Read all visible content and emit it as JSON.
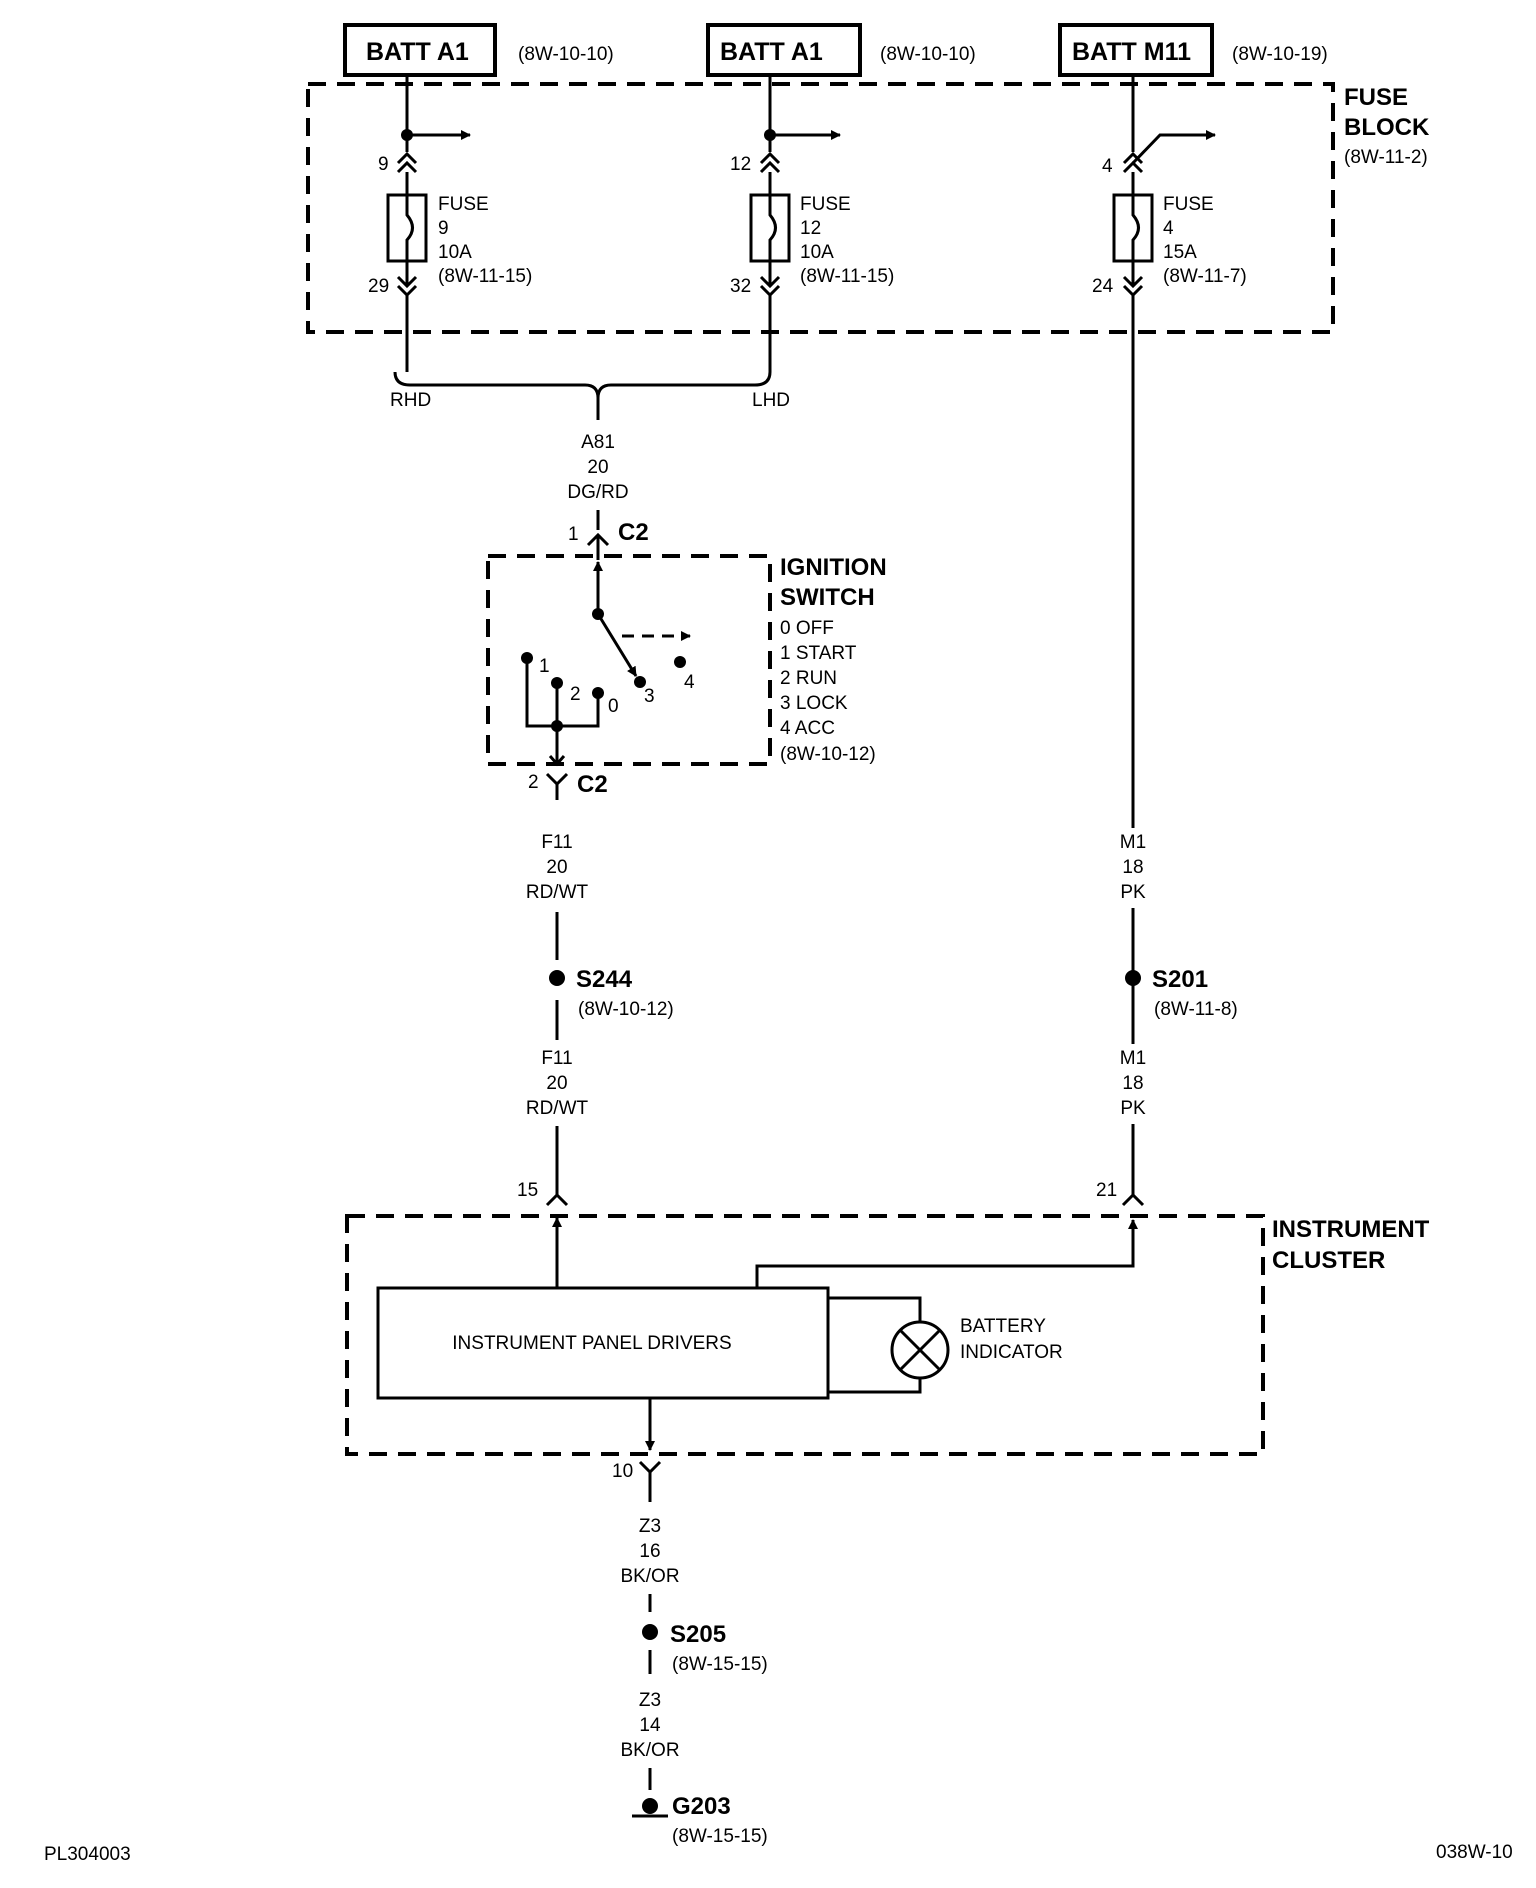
{
  "sources": [
    {
      "label": "BATT A1",
      "ref": "(8W-10-10)"
    },
    {
      "label": "BATT A1",
      "ref": "(8W-10-10)"
    },
    {
      "label": "BATT M11",
      "ref": "(8W-10-19)"
    }
  ],
  "fuse_block": {
    "title_line1": "FUSE",
    "title_line2": "BLOCK",
    "ref": "(8W-11-2)"
  },
  "fuses": [
    {
      "in_pin": "9",
      "out_pin": "29",
      "line1": "FUSE",
      "line2": "9",
      "rating": "10A",
      "ref": "(8W-11-15)"
    },
    {
      "in_pin": "12",
      "out_pin": "32",
      "line1": "FUSE",
      "line2": "12",
      "rating": "10A",
      "ref": "(8W-11-15)"
    },
    {
      "in_pin": "4",
      "out_pin": "24",
      "line1": "FUSE",
      "line2": "4",
      "rating": "15A",
      "ref": "(8W-11-7)"
    }
  ],
  "drive_options": {
    "left": "RHD",
    "right": "LHD"
  },
  "wires": {
    "a81": {
      "circuit": "A81",
      "gauge": "20",
      "color": "DG/RD"
    },
    "f11_upper": {
      "circuit": "F11",
      "gauge": "20",
      "color": "RD/WT"
    },
    "f11_lower": {
      "circuit": "F11",
      "gauge": "20",
      "color": "RD/WT"
    },
    "m1_upper": {
      "circuit": "M1",
      "gauge": "18",
      "color": "PK"
    },
    "m1_lower": {
      "circuit": "M1",
      "gauge": "18",
      "color": "PK"
    },
    "z3_upper": {
      "circuit": "Z3",
      "gauge": "16",
      "color": "BK/OR"
    },
    "z3_lower": {
      "circuit": "Z3",
      "gauge": "14",
      "color": "BK/OR"
    }
  },
  "ignition_switch": {
    "title_line1": "IGNITION",
    "title_line2": "SWITCH",
    "positions": [
      "0 OFF",
      "1 START",
      "2 RUN",
      "3 LOCK",
      "4 ACC"
    ],
    "ref": "(8W-10-12)",
    "connector_top": {
      "pin": "1",
      "name": "C2"
    },
    "connector_bottom": {
      "pin": "2",
      "name": "C2"
    },
    "contact_labels": {
      "c1": "1",
      "c2": "2",
      "c0": "0",
      "c3": "3",
      "c4": "4"
    }
  },
  "splices": [
    {
      "name": "S244",
      "ref": "(8W-10-12)"
    },
    {
      "name": "S201",
      "ref": "(8W-11-8)"
    },
    {
      "name": "S205",
      "ref": "(8W-15-15)"
    }
  ],
  "instrument_cluster": {
    "title_line1": "INSTRUMENT",
    "title_line2": "CLUSTER",
    "pin_left": "15",
    "pin_right": "21",
    "pin_bottom": "10",
    "drivers_label": "INSTRUMENT PANEL DRIVERS",
    "indicator_line1": "BATTERY",
    "indicator_line2": "INDICATOR"
  },
  "ground": {
    "name": "G203",
    "ref": "(8W-15-15)"
  },
  "footer": {
    "left": "PL304003",
    "right": "038W-10"
  }
}
